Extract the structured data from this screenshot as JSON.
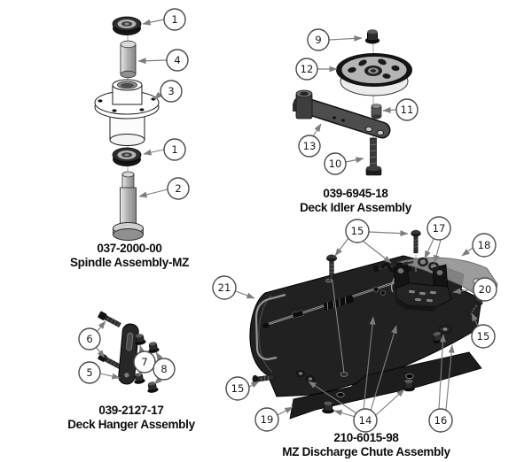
{
  "figure": {
    "type": "exploded-parts-diagram",
    "background": "#ffffff"
  },
  "colors": {
    "part_dark": "#1f1f1f",
    "part_white": "#ffffff",
    "metal_gray": "#b5b5b5",
    "leader_line": "#7d7d7d",
    "callout_fill": "#ffffff",
    "callout_stroke": "#4b4b4b",
    "text": "#0c0c0c"
  },
  "assemblies": [
    {
      "part_number": "037-2000-00",
      "name": "Spindle Assembly-MZ",
      "callouts": [
        "1",
        "4",
        "3",
        "1",
        "2"
      ]
    },
    {
      "part_number": "039-6945-18",
      "name": "Deck Idler Assembly",
      "callouts": [
        "9",
        "12",
        "11",
        "13",
        "10"
      ]
    },
    {
      "part_number": "039-2127-17",
      "name": "Deck Hanger Assembly",
      "callouts": [
        "6",
        "5",
        "7",
        "8"
      ]
    },
    {
      "part_number": "210-6015-98",
      "name": "MZ Discharge Chute Assembly",
      "callouts": [
        "15",
        "17",
        "18",
        "21",
        "20",
        "15",
        "15",
        "19",
        "14",
        "16"
      ]
    }
  ]
}
